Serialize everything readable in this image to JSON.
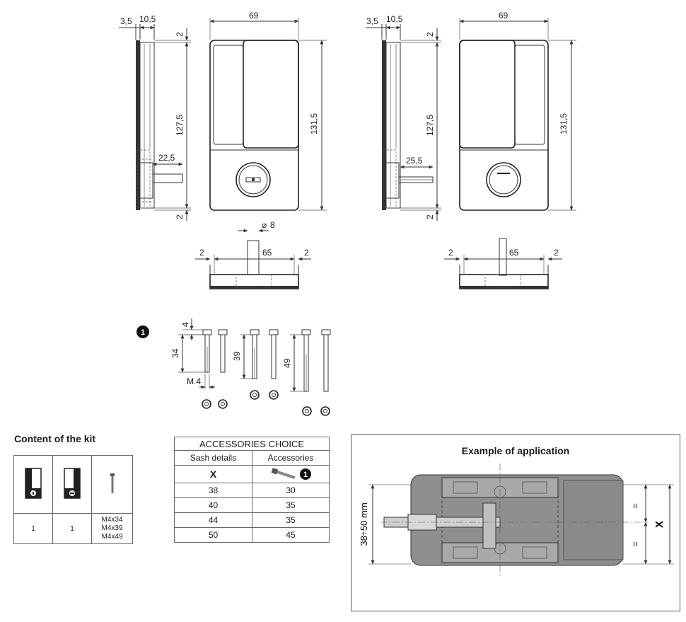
{
  "top_left": {
    "side_dims": [
      "3,5",
      "10,5",
      "2",
      "127,5",
      "22,5",
      "2"
    ],
    "front_dims": [
      "69",
      "131,5"
    ],
    "bottom_dims": [
      "8",
      "2",
      "65",
      "2"
    ]
  },
  "top_right": {
    "side_dims": [
      "3,5",
      "10,5",
      "2",
      "127,5",
      "25,5",
      "2"
    ],
    "front_dims": [
      "69",
      "131,5"
    ],
    "bottom_dims": [
      "2",
      "65",
      "2"
    ]
  },
  "screws": {
    "marker": "1",
    "head_dim": "4",
    "lengths": [
      "34",
      "39",
      "49"
    ],
    "thread": "M.4"
  },
  "kit": {
    "title": "Content of the kit",
    "quantities": [
      "1",
      "1"
    ],
    "screws": [
      "M4x34",
      "M4x39",
      "M4x49"
    ],
    "marker": "1"
  },
  "accessories": {
    "title": "ACCESSORIES CHOICE",
    "col1": "Sash details",
    "col2": "Accessories",
    "x_label": "X",
    "marker": "1",
    "rows": [
      {
        "x": "38",
        "acc": "30"
      },
      {
        "x": "40",
        "acc": "35"
      },
      {
        "x": "44",
        "acc": "35"
      },
      {
        "x": "50",
        "acc": "45"
      }
    ]
  },
  "application": {
    "title": "Example of application",
    "range_label": "38÷50 mm",
    "eq": "=",
    "x_label": "X"
  }
}
